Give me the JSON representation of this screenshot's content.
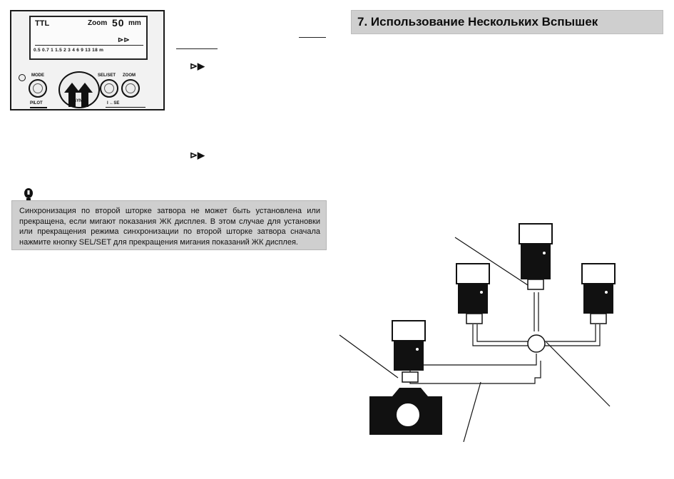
{
  "section": {
    "heading": "7. Использование Нескольких Вспышек"
  },
  "flash_panel": {
    "mode_indicator": "TTL",
    "zoom_label": "Zoom",
    "zoom_value": "50",
    "zoom_unit": "mm",
    "sync_indicator_icon": "rear-curtain-sync-arrows-icon",
    "distance_scale": "0.5 0.7  1  1.5  2   3   4   6   9  13  18 m",
    "buttons": {
      "mode": "MODE",
      "sync": "SYNC",
      "sel_set": "SEL/SET",
      "zoom": "ZOOM",
      "pilot": "PILOT",
      "power": "I  ←SE"
    }
  },
  "warning": {
    "icon": "exclamation-icon",
    "text": "Синхронизация по второй шторке затвора не может быть установлена или прекращена, если мигают показания ЖК дисплея. В этом случае для установки или прекращения режима синхронизации по второй шторке затвора сначала нажмите кнопку SEL/SET для прекращения мигания показаний ЖК дисплея."
  },
  "marks": {
    "sync_arrows_icon_1": "rear-curtain-sync-arrows-icon",
    "sync_arrows_icon_2": "rear-curtain-sync-arrows-icon"
  },
  "diagram": {
    "description_icons": [
      "camera-icon",
      "flash-unit-icon",
      "cable-icon",
      "multi-connector-icon"
    ]
  }
}
